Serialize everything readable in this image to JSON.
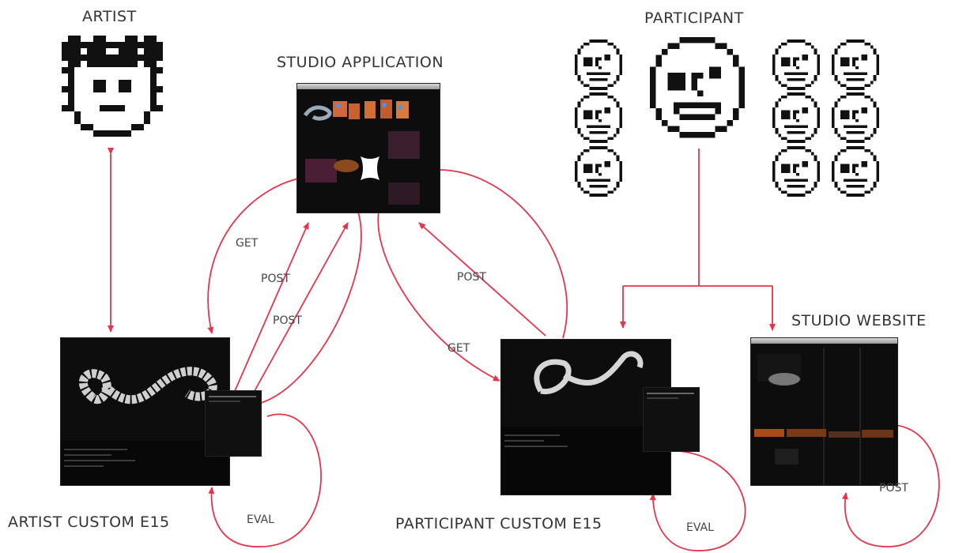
{
  "nodes": {
    "artist": {
      "label": "ARTIST"
    },
    "studio_application": {
      "label": "STUDIO APPLICATION"
    },
    "participant": {
      "label": "PARTICIPANT"
    },
    "artist_custom_e15": {
      "label": "ARTIST CUSTOM E15"
    },
    "participant_custom_e15": {
      "label": "PARTICIPANT CUSTOM E15"
    },
    "studio_website": {
      "label": "STUDIO WEBSITE"
    }
  },
  "edges": [
    {
      "from": "artist",
      "to": "artist_custom_e15",
      "label": ""
    },
    {
      "from": "studio_application",
      "to": "artist_custom_e15",
      "label": "GET"
    },
    {
      "from": "artist_custom_e15",
      "to": "studio_application",
      "label": "POST"
    },
    {
      "from": "artist_custom_e15",
      "to": "studio_application",
      "label": "POST"
    },
    {
      "from": "artist_custom_e15",
      "to": "artist_custom_e15",
      "label": "EVAL"
    },
    {
      "from": "participant_custom_e15",
      "to": "studio_application",
      "label": "POST"
    },
    {
      "from": "studio_application",
      "to": "participant_custom_e15",
      "label": "GET"
    },
    {
      "from": "participant_custom_e15",
      "to": "participant_custom_e15",
      "label": "EVAL"
    },
    {
      "from": "participant",
      "to": "participant_custom_e15",
      "label": ""
    },
    {
      "from": "participant",
      "to": "studio_website",
      "label": ""
    },
    {
      "from": "studio_website",
      "to": "studio_website",
      "label": "POST"
    }
  ],
  "colors": {
    "arrow": "#e8334a",
    "icon": "#111111",
    "screen_bg": "#0d0d0d",
    "label_text": "#333333"
  },
  "icons": {
    "artist": "pixel-artist-face-icon",
    "participant": "pixel-smiley-face-icon"
  }
}
